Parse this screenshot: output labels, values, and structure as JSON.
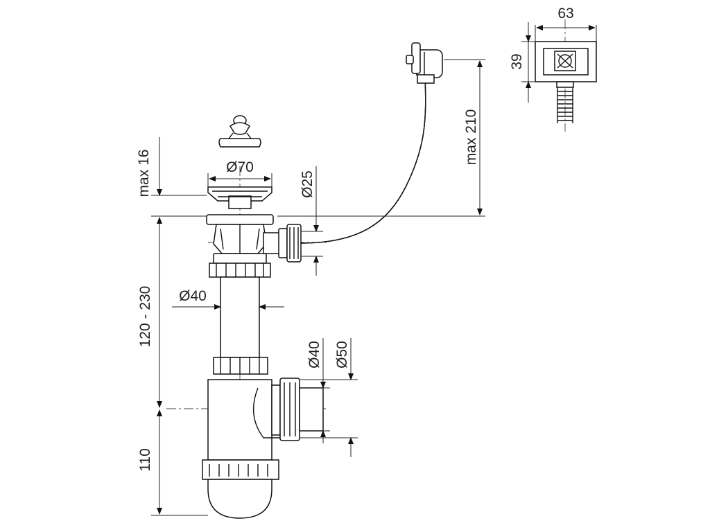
{
  "dimensions": {
    "overflow_width": "63",
    "overflow_height": "39",
    "hose_height": "max 210",
    "plug_clearance": "max 16",
    "strainer_diameter": "Ø70",
    "hose_diameter": "Ø25",
    "height_range": "120 - 230",
    "tube_diameter": "Ø40",
    "outlet_inner_diameter": "Ø40",
    "outlet_outer_diameter": "Ø50",
    "trap_height": "110"
  },
  "colors": {
    "line": "#111111",
    "background": "#ffffff"
  }
}
